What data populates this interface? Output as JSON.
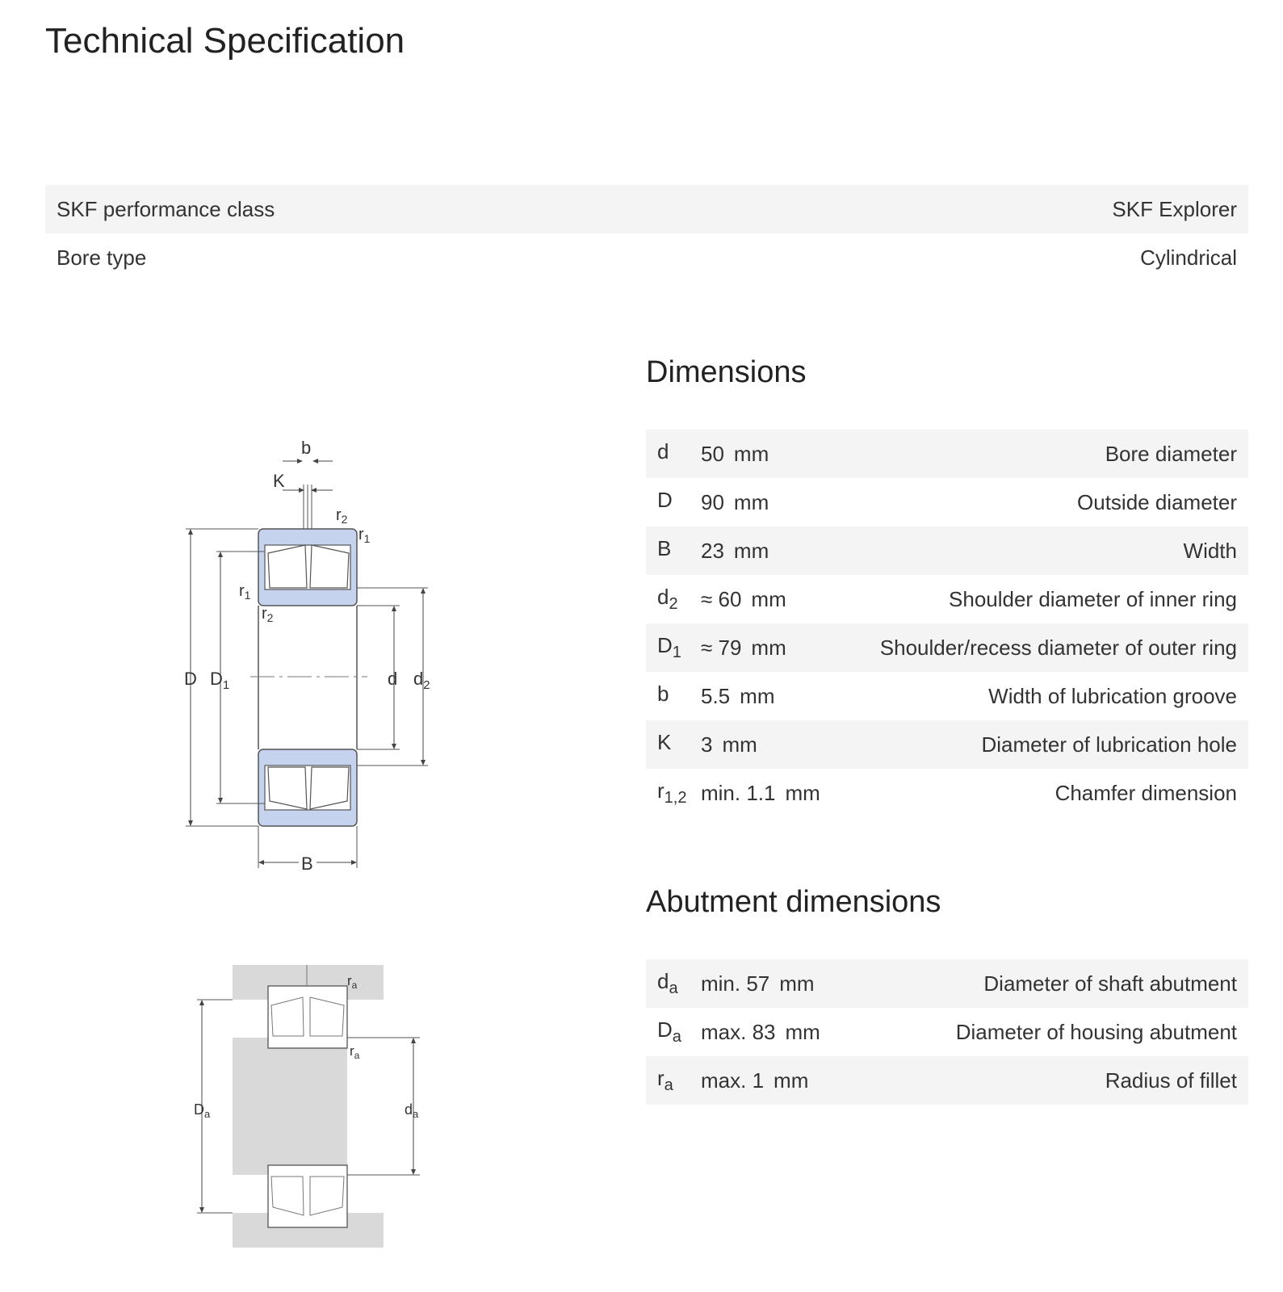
{
  "page_title": "Technical Specification",
  "general": [
    {
      "label": "SKF performance class",
      "value": "SKF Explorer"
    },
    {
      "label": "Bore type",
      "value": "Cylindrical"
    }
  ],
  "dimensions": {
    "heading": "Dimensions",
    "rows": [
      {
        "symbol": "d",
        "sub": "",
        "value": "50",
        "unit": "mm",
        "description": "Bore diameter"
      },
      {
        "symbol": "D",
        "sub": "",
        "value": "90",
        "unit": "mm",
        "description": "Outside diameter"
      },
      {
        "symbol": "B",
        "sub": "",
        "value": "23",
        "unit": "mm",
        "description": "Width"
      },
      {
        "symbol": "d",
        "sub": "2",
        "value": "≈ 60",
        "unit": "mm",
        "description": "Shoulder diameter of inner ring"
      },
      {
        "symbol": "D",
        "sub": "1",
        "value": "≈ 79",
        "unit": "mm",
        "description": "Shoulder/recess diameter of outer ring"
      },
      {
        "symbol": "b",
        "sub": "",
        "value": "5.5",
        "unit": "mm",
        "description": "Width of lubrication groove"
      },
      {
        "symbol": "K",
        "sub": "",
        "value": "3",
        "unit": "mm",
        "description": "Diameter of lubrication hole"
      },
      {
        "symbol": "r",
        "sub": "1,2",
        "value": "min. 1.1",
        "unit": "mm",
        "description": "Chamfer dimension"
      }
    ]
  },
  "abutment": {
    "heading": "Abutment dimensions",
    "rows": [
      {
        "symbol": "d",
        "sub": "a",
        "value": "min. 57",
        "unit": "mm",
        "description": "Diameter of shaft abutment"
      },
      {
        "symbol": "D",
        "sub": "a",
        "value": "max. 83",
        "unit": "mm",
        "description": "Diameter of housing abutment"
      },
      {
        "symbol": "r",
        "sub": "a",
        "value": "max. 1",
        "unit": "mm",
        "description": "Radius of fillet"
      }
    ]
  },
  "bearing_drawing_labels": {
    "b": "b",
    "K": "K",
    "r2": "r",
    "r2_sub": "2",
    "r1": "r",
    "r1_sub": "1",
    "D": "D",
    "D1": "D",
    "D1_sub": "1",
    "d": "d",
    "d2": "d",
    "d2_sub": "2",
    "B": "B"
  },
  "abutment_drawing_labels": {
    "ra": "r",
    "ra_sub": "a",
    "Da": "D",
    "Da_sub": "a",
    "da": "d",
    "da_sub": "a"
  },
  "colors": {
    "ring_fill": "#c5d3ee",
    "housing_fill": "#d9d9d9",
    "row_shade": "#f4f4f4"
  }
}
